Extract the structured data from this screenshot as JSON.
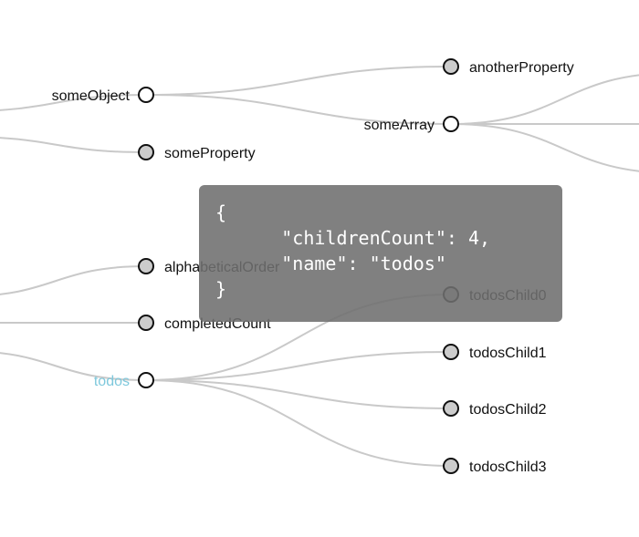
{
  "tree": {
    "nodes": [
      {
        "id": "someObject",
        "label": "someObject",
        "fill": "#ffffff",
        "highlight": false
      },
      {
        "id": "someProperty",
        "label": "someProperty",
        "fill": "#cccccc",
        "highlight": false
      },
      {
        "id": "anotherProperty",
        "label": "anotherProperty",
        "fill": "#cccccc",
        "highlight": false
      },
      {
        "id": "someArray",
        "label": "someArray",
        "fill": "#ffffff",
        "highlight": false
      },
      {
        "id": "alphabeticalOrder",
        "label": "alphabeticalOrder",
        "fill": "#cccccc",
        "highlight": false
      },
      {
        "id": "completedCount",
        "label": "completedCount",
        "fill": "#cccccc",
        "highlight": false
      },
      {
        "id": "todos",
        "label": "todos",
        "fill": "#ffffff",
        "highlight": true
      },
      {
        "id": "todosChild0",
        "label": "todosChild0",
        "fill": "#cccccc",
        "highlight": false
      },
      {
        "id": "todosChild1",
        "label": "todosChild1",
        "fill": "#cccccc",
        "highlight": false
      },
      {
        "id": "todosChild2",
        "label": "todosChild2",
        "fill": "#cccccc",
        "highlight": false
      },
      {
        "id": "todosChild3",
        "label": "todosChild3",
        "fill": "#cccccc",
        "highlight": false
      }
    ],
    "links": [
      {
        "source": "someObject",
        "target": "anotherProperty"
      },
      {
        "source": "someObject",
        "target": "someArray"
      },
      {
        "source": "todos",
        "target": "todosChild0"
      },
      {
        "source": "todos",
        "target": "todosChild1"
      },
      {
        "source": "todos",
        "target": "todosChild2"
      },
      {
        "source": "todos",
        "target": "todosChild3"
      }
    ],
    "link_color": "#c9c9c9",
    "highlight_color": "#7ec8dc"
  },
  "tooltip": {
    "open": "{",
    "line1": "      \"childrenCount\": 4,",
    "line2": "      \"name\": \"todos\"",
    "close": "}"
  }
}
